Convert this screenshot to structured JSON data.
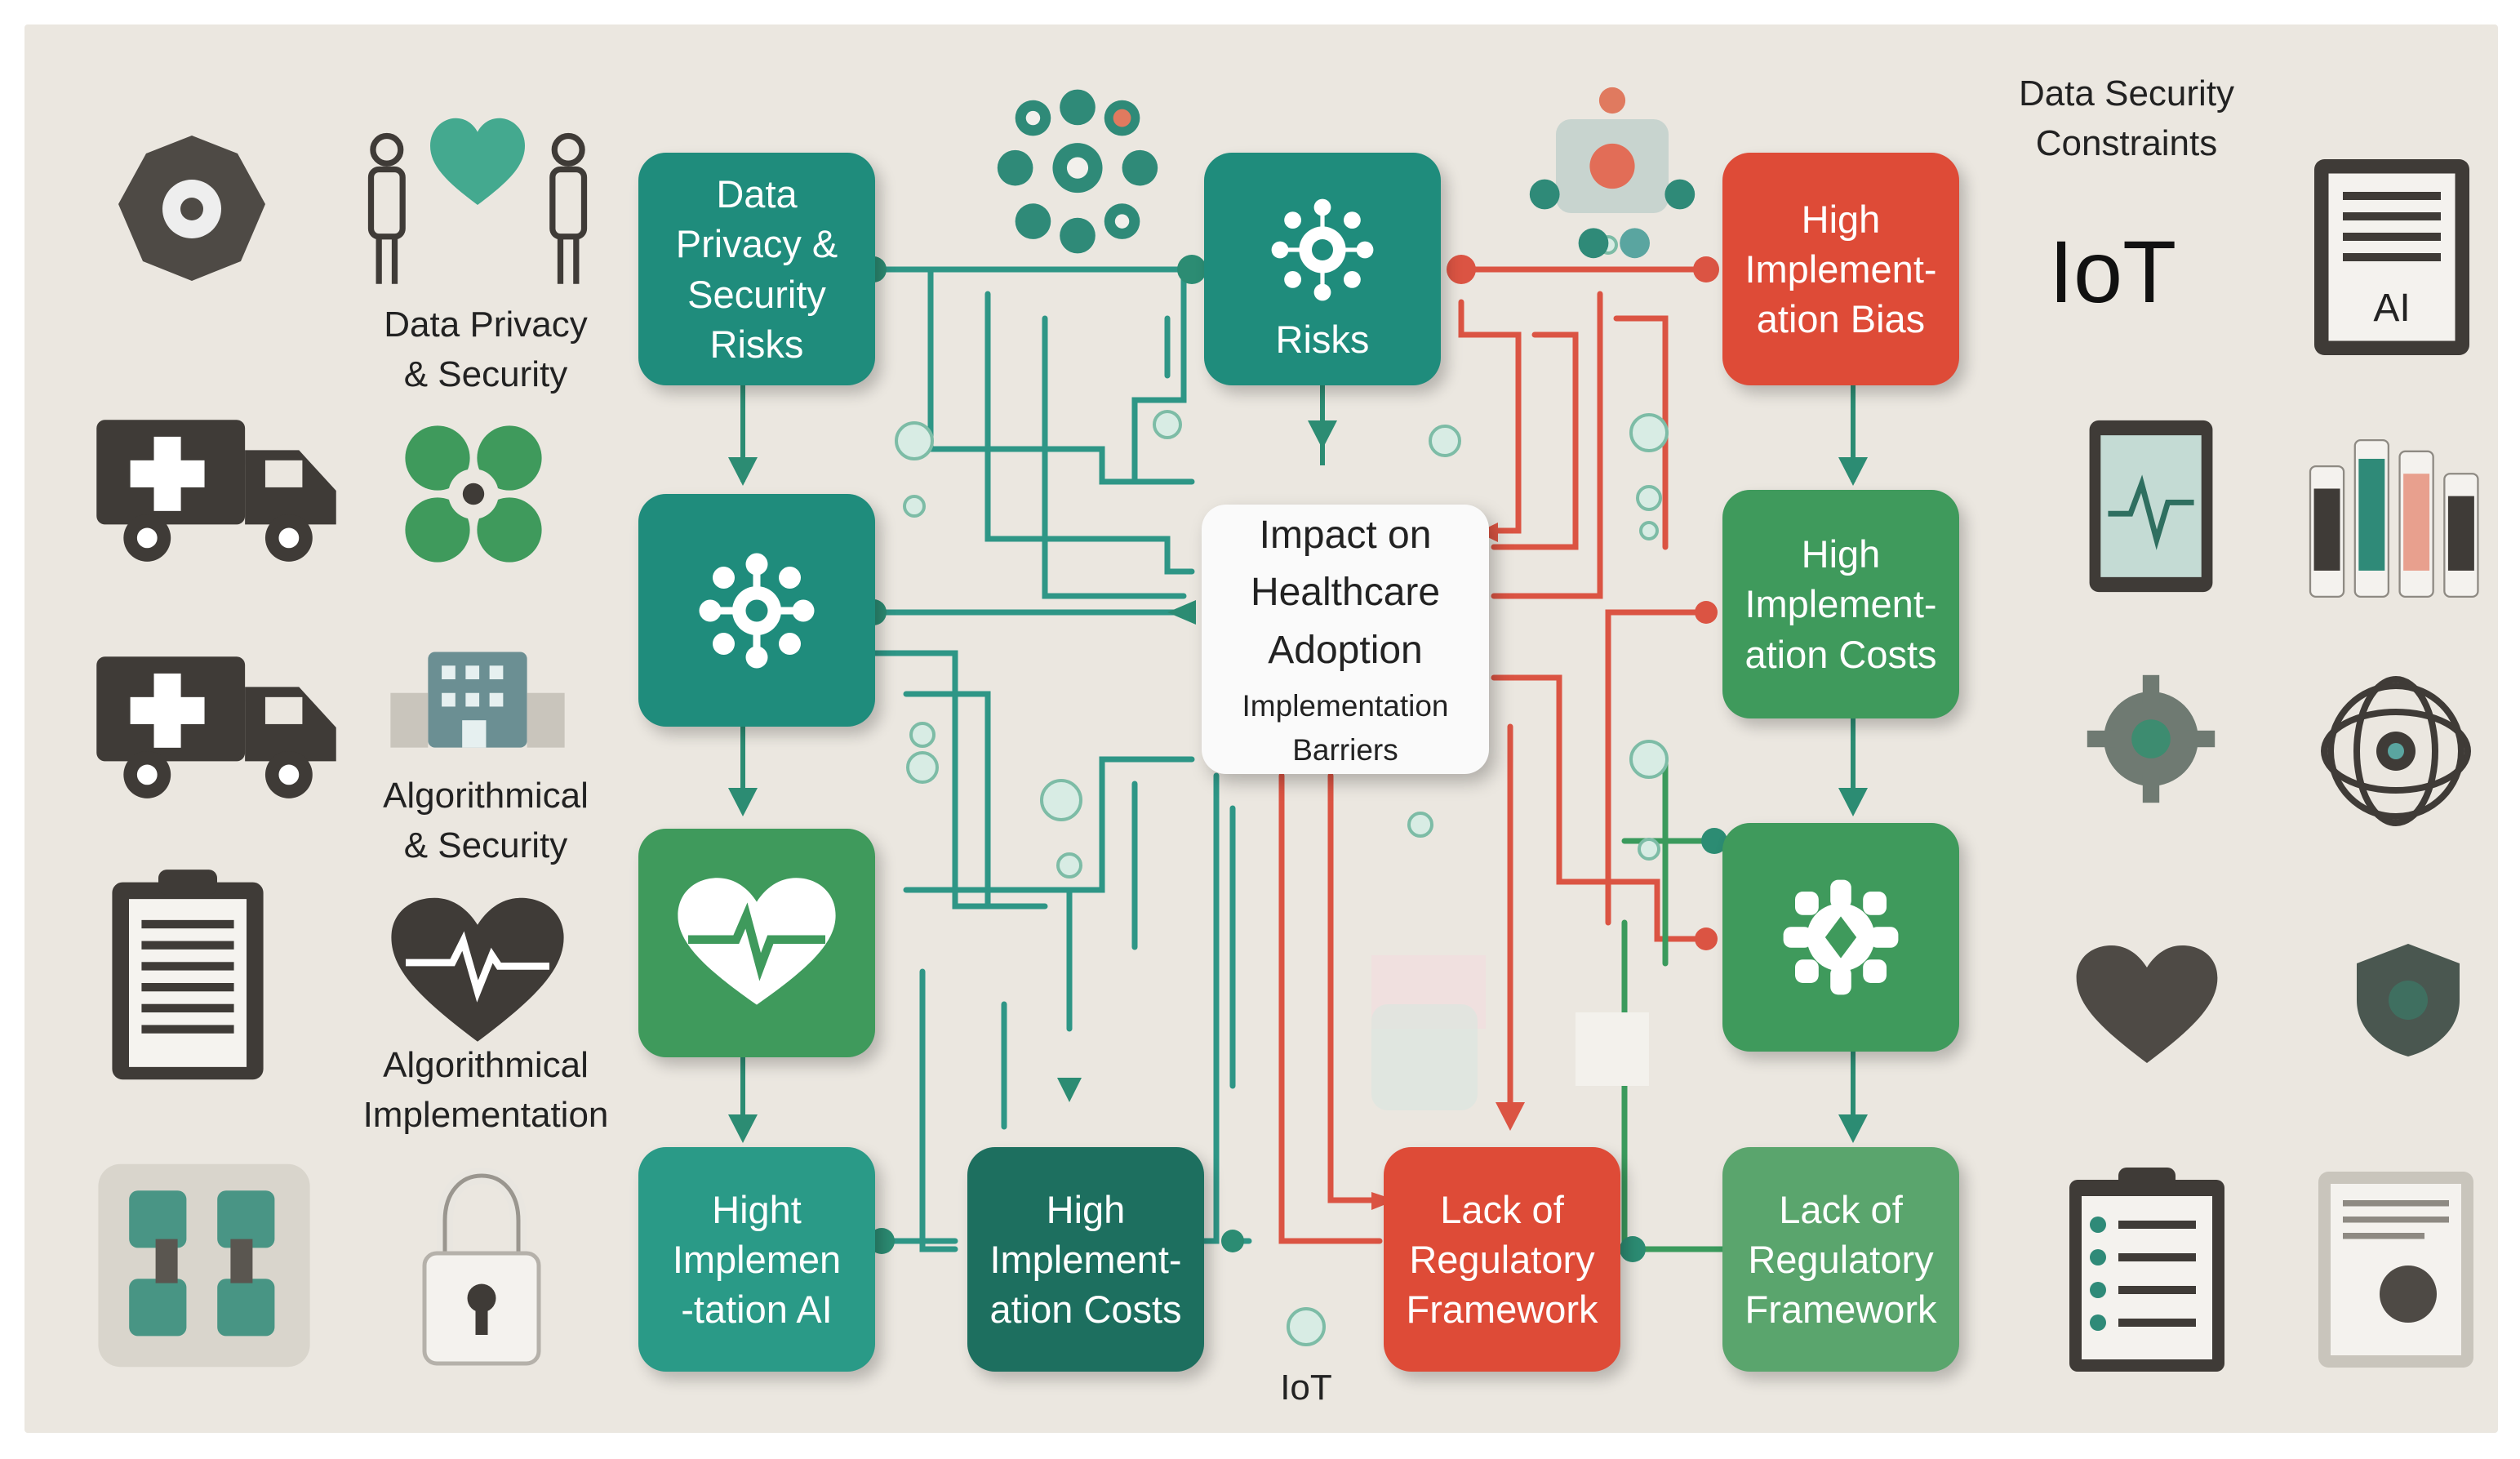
{
  "center": {
    "title": "Impact on\nHealthcare\nAdoption",
    "subtitle": "Implementation\nBarriers"
  },
  "nodes": {
    "data_privacy_risks": "Data\nPrivacy &\nSecurity\nRisks",
    "risks": "Risks",
    "high_impl_bias": "High\nImplement-\nation Bias",
    "high_impl_costs_right": "High\nImplement-\nation Costs",
    "hight_impl_ai": "Hight\nImplemen\n-tation AI",
    "high_impl_costs_bottom": "High\nImplement-\nation Costs",
    "lack_reg_red": "Lack of\nRegulatory\nFramework",
    "lack_reg_green": "Lack of\nRegulatory\nFramework"
  },
  "labels": {
    "data_privacy_security": "Data Privacy\n& Security",
    "algorithmical_security": "Algorithmical\n& Security",
    "algorithmical_implementation": "Algorithmical\nImplementation",
    "data_security_constraints": "Data Security\nConstraints",
    "iot_top": "IoT",
    "iot_bottom": "IoT",
    "ai_badge": "AI"
  },
  "colors": {
    "teal": "#1f8c7c",
    "green": "#3f9a5c",
    "red": "#de4b37",
    "background": "#ebe7e0"
  },
  "icons": [
    "virus-badge-icon",
    "two-people-heart-icon",
    "ambulance-icon",
    "ambulance-icon",
    "clipboard-icon",
    "puzzle-icon",
    "padlock-icon",
    "heartbeat-icon",
    "hospital-icon",
    "virus-icon",
    "heart-monitor-icon",
    "network-icon",
    "document-ai-icon",
    "monitor-chart-icon",
    "bar-chart-icon",
    "gear-icon",
    "eye-network-icon",
    "heart-icon",
    "shield-icon",
    "checklist-icon",
    "report-icon"
  ]
}
